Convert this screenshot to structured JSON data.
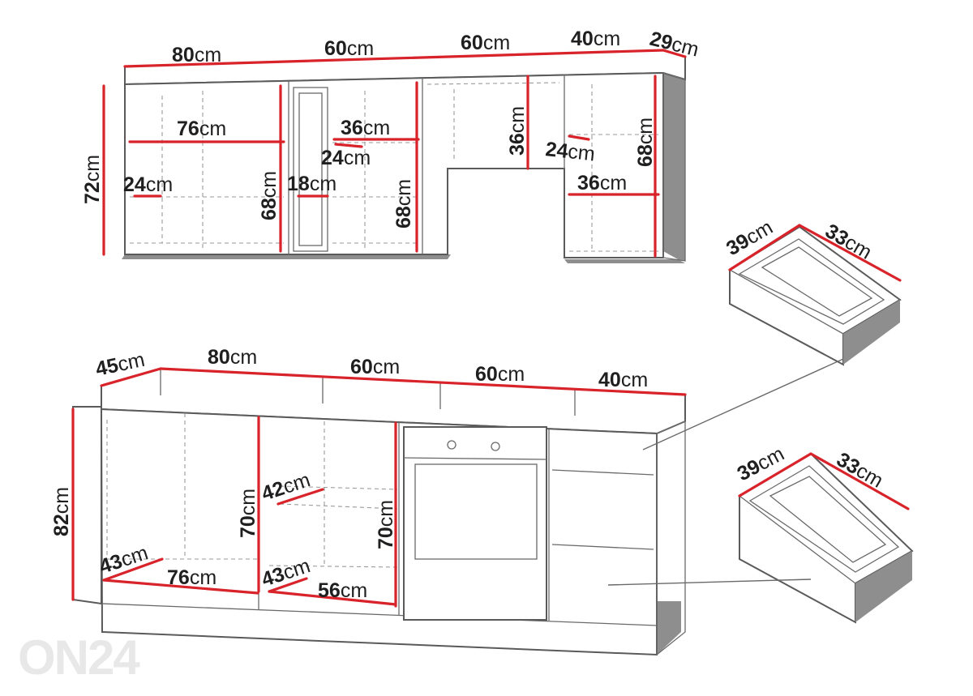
{
  "unit": "cm",
  "colors": {
    "dimension": "#d8232a",
    "outline": "#5a5a5a",
    "text": "#1f1f1f",
    "logo": "#e8e8e8"
  },
  "logo": "ON24",
  "labels": {
    "upper_w1": "80",
    "upper_w2": "60",
    "upper_w3": "60",
    "upper_w4": "40",
    "upper_depth": "29",
    "upper_height": "72",
    "upper_inner_w1": "76",
    "upper_shelf_d1": "24",
    "upper_inner_h1": "68",
    "upper_inner_w2": "36",
    "upper_shelf_d2": "24",
    "upper_shelf_d2b": "18",
    "upper_inner_h2": "68",
    "upper_inner_h3": "36",
    "upper_shelf_d4": "24",
    "upper_inner_w4": "36",
    "upper_inner_h4": "68",
    "lower_w0": "45",
    "lower_w1": "80",
    "lower_w2": "60",
    "lower_w3": "60",
    "lower_w4": "40",
    "lower_height": "82",
    "lower_depth1": "43",
    "lower_inner_w1": "76",
    "lower_inner_h1": "70",
    "lower_shelf_d2": "42",
    "lower_depth2": "43",
    "lower_inner_w2": "56",
    "lower_inner_h2": "70",
    "drawer1_depth": "39",
    "drawer1_width": "33",
    "drawer2_depth": "39",
    "drawer2_width": "33"
  }
}
